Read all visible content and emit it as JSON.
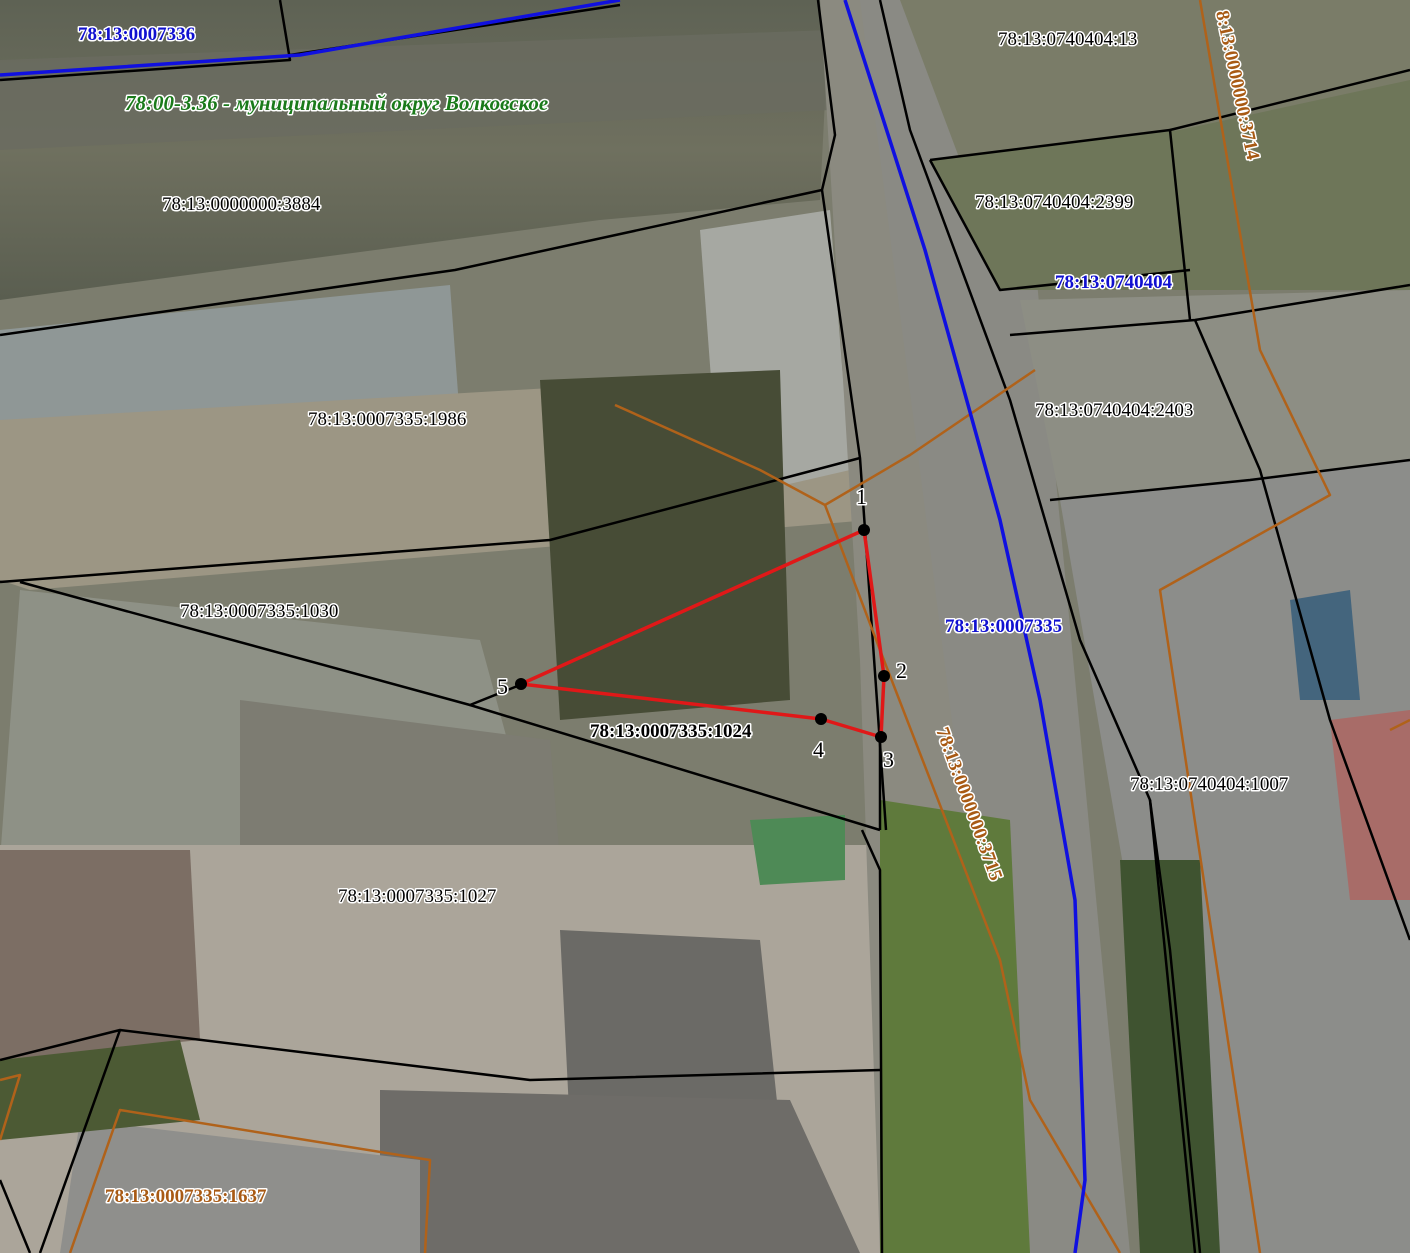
{
  "map": {
    "colors": {
      "parcel_line": "#000000",
      "block_boundary": "#1010e0",
      "block_label": "#1010d0",
      "zone_line": "#b0621a",
      "zone_label": "#a85a14",
      "municipal_label": "#1a7a1a",
      "target_parcel": "#e01818"
    },
    "municipal_label": "78:00-3.36 - муниципальный округ Волковское",
    "block_labels": {
      "b7336": "78:13:0007336",
      "b740404": "78:13:0740404",
      "b7335": "78:13:0007335"
    },
    "parcel_labels": {
      "p740404_13": "78:13:0740404:13",
      "p3884": "78:13:0000000:3884",
      "p2399": "78:13:0740404:2399",
      "p1986": "78:13:0007335:1986",
      "p2403": "78:13:0740404:2403",
      "p1030": "78:13:0007335:1030",
      "p1024": "78:13:0007335:1024",
      "p1007": "78:13:0740404:1007",
      "p1027": "78:13:0007335:1027"
    },
    "zone_labels": {
      "z3714": "8:13:0000000:3714",
      "z3715": "78:13:0000000:3715",
      "z1637": "78:13:0007335:1637"
    },
    "points": [
      {
        "label": "1"
      },
      {
        "label": "2"
      },
      {
        "label": "3"
      },
      {
        "label": "4"
      },
      {
        "label": "5"
      }
    ]
  }
}
